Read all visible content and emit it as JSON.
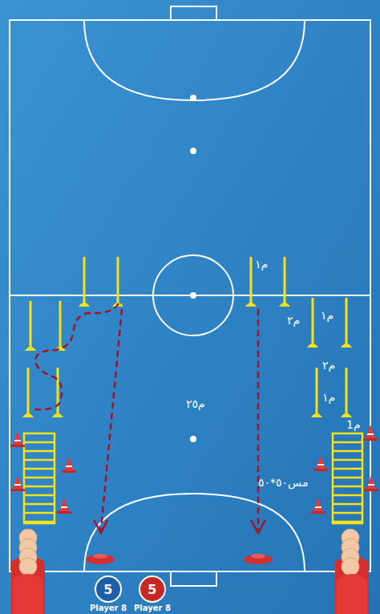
{
  "diagram": {
    "nodes": [
      {
        "text": [
          "5",
          "Player 8"
        ]
      },
      {
        "text": [
          "5",
          "Player 8"
        ]
      }
    ],
    "labels": [
      "١م",
      "٢م",
      "١م",
      "٢م",
      "١م",
      "1م",
      "٢٥م",
      "٥٠*٥٠سم"
    ]
  }
}
